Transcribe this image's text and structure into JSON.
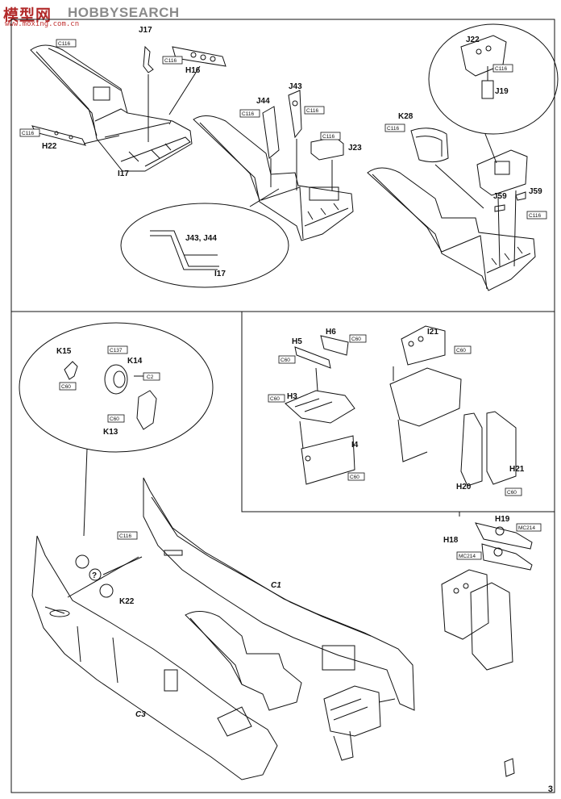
{
  "watermark": {
    "logo": "模型网",
    "brand": "HOBBYSEARCH",
    "url": "www.moxing.com.cn"
  },
  "page_number": "3",
  "step1": {
    "cockpit_a": {
      "parts": [
        "J17",
        "H16",
        "H22",
        "I17"
      ],
      "color_tags": [
        "C116",
        "C116",
        "C116"
      ]
    },
    "cockpit_b": {
      "parts": [
        "J44",
        "J43",
        "J23"
      ],
      "color_tags": [
        "C116",
        "C116",
        "C116"
      ]
    },
    "detail_bubble": {
      "labels": [
        "J43, J44",
        "I17"
      ]
    },
    "cockpit_c": {
      "parts": [
        "K28",
        "J59",
        "J59"
      ],
      "color_tags": [
        "C116",
        "C116"
      ]
    },
    "panel_bubble": {
      "parts": [
        "J22",
        "J19"
      ],
      "color_tags": [
        "C116"
      ]
    }
  },
  "step2": {
    "wheel_bubble": {
      "parts": [
        "K15",
        "K14",
        "K13"
      ],
      "color_tags": [
        "C137",
        "C2",
        "C60",
        "C60"
      ]
    },
    "fuselage": {
      "parts": [
        "K22",
        "C1",
        "C3"
      ],
      "color_tags": [
        "C116"
      ],
      "question_mark": "?"
    },
    "gun_deck": {
      "parts": [
        "H5",
        "H6",
        "H3",
        "I4"
      ],
      "color_tags": [
        "C60",
        "C60",
        "C60",
        "C60"
      ]
    },
    "bulkhead": {
      "parts": [
        "I21",
        "H21",
        "H20"
      ],
      "color_tags": [
        "C60",
        "C60"
      ]
    },
    "guns": {
      "parts": [
        "H19",
        "H18"
      ],
      "color_tags": [
        "MC214",
        "MC214"
      ]
    }
  }
}
